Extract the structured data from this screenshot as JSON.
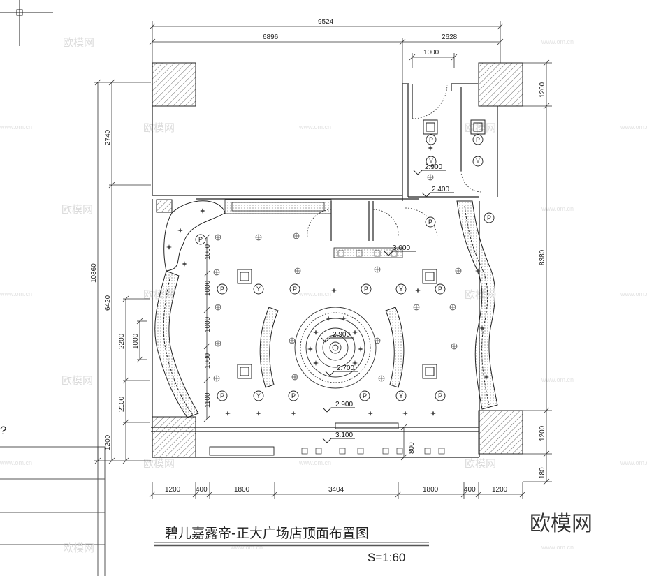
{
  "drawing": {
    "title": "碧儿嘉露帝-正大广场店顶面布置图",
    "scale": "S=1:60",
    "brand_watermark": "欧模网",
    "watermark_site": "www.om.cn",
    "watermark_logo": "欧模网"
  },
  "dimensions": {
    "top_overall": "9524",
    "top_left": "6896",
    "top_right": "2628",
    "top_door": "1000",
    "left_overall": "10360",
    "left_upper": "2740",
    "left_lower": "6420",
    "left_sub_2200": "2200",
    "left_sub_1000": "1000",
    "left_sub_2100": "2100",
    "left_sub_1200": "1200",
    "grid_spacing_1": "1000",
    "grid_spacing_2": "1000",
    "grid_spacing_3": "1000",
    "grid_spacing_4": "1000",
    "grid_spacing_5": "1100",
    "right_top": "1200",
    "right_mid": "8380",
    "right_bottom": "1200",
    "right_last": "180",
    "bottom": [
      "1200",
      "400",
      "1800",
      "3404",
      "1800",
      "400",
      "1200"
    ],
    "counter": "800"
  },
  "levels": {
    "l2900_top": "2.900",
    "l2400": "2.400",
    "l3000": "3.000",
    "l2900_center": "2.900",
    "l2700": "2.700",
    "l2900_front": "2.900",
    "l3100": "3.100"
  },
  "symbols": {
    "p": "P",
    "y": "Y"
  },
  "misc": {
    "question_mark": "?"
  }
}
